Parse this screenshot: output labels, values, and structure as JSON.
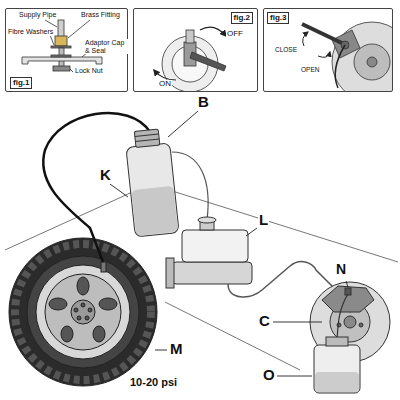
{
  "diagram": {
    "nodes": [
      {
        "text": [
          "fig.1"
        ]
      },
      {
        "text": [
          "fig.2"
        ]
      },
      {
        "text": [
          "fig.3"
        ]
      }
    ],
    "labels": [
      "Supply Pipe",
      "Brass Fitting",
      "Fibre Washers",
      "Adaptor Cap & Seal",
      "Lock Nut",
      "OFF",
      "ON",
      "CLOSE",
      "OPEN",
      "B",
      "K",
      "L",
      "N",
      "C",
      "M",
      "10-20 psi",
      "O"
    ]
  }
}
